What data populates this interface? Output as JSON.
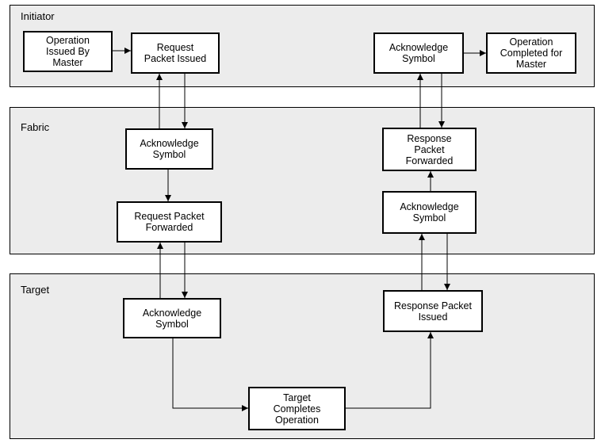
{
  "regions": {
    "initiator": {
      "label": "Initiator"
    },
    "fabric": {
      "label": "Fabric"
    },
    "target": {
      "label": "Target"
    }
  },
  "nodes": {
    "op_issued": "Operation\nIssued By\nMaster",
    "request_issued": "Request\nPacket Issued",
    "ack_initiator": "Acknowledge\nSymbol",
    "op_completed": "Operation\nCompleted for\nMaster",
    "ack_fabric_left": "Acknowledge\nSymbol",
    "request_forwarded": "Request Packet\nForwarded",
    "response_forwarded": "Response\nPacket\nForwarded",
    "ack_fabric_right": "Acknowledge\nSymbol",
    "ack_target": "Acknowledge\nSymbol",
    "response_issued": "Response Packet\nIssued",
    "target_completes": "Target\nCompletes\nOperation"
  },
  "colors": {
    "region_fill": "#ececec",
    "box_fill": "#ffffff",
    "stroke": "#000000"
  }
}
